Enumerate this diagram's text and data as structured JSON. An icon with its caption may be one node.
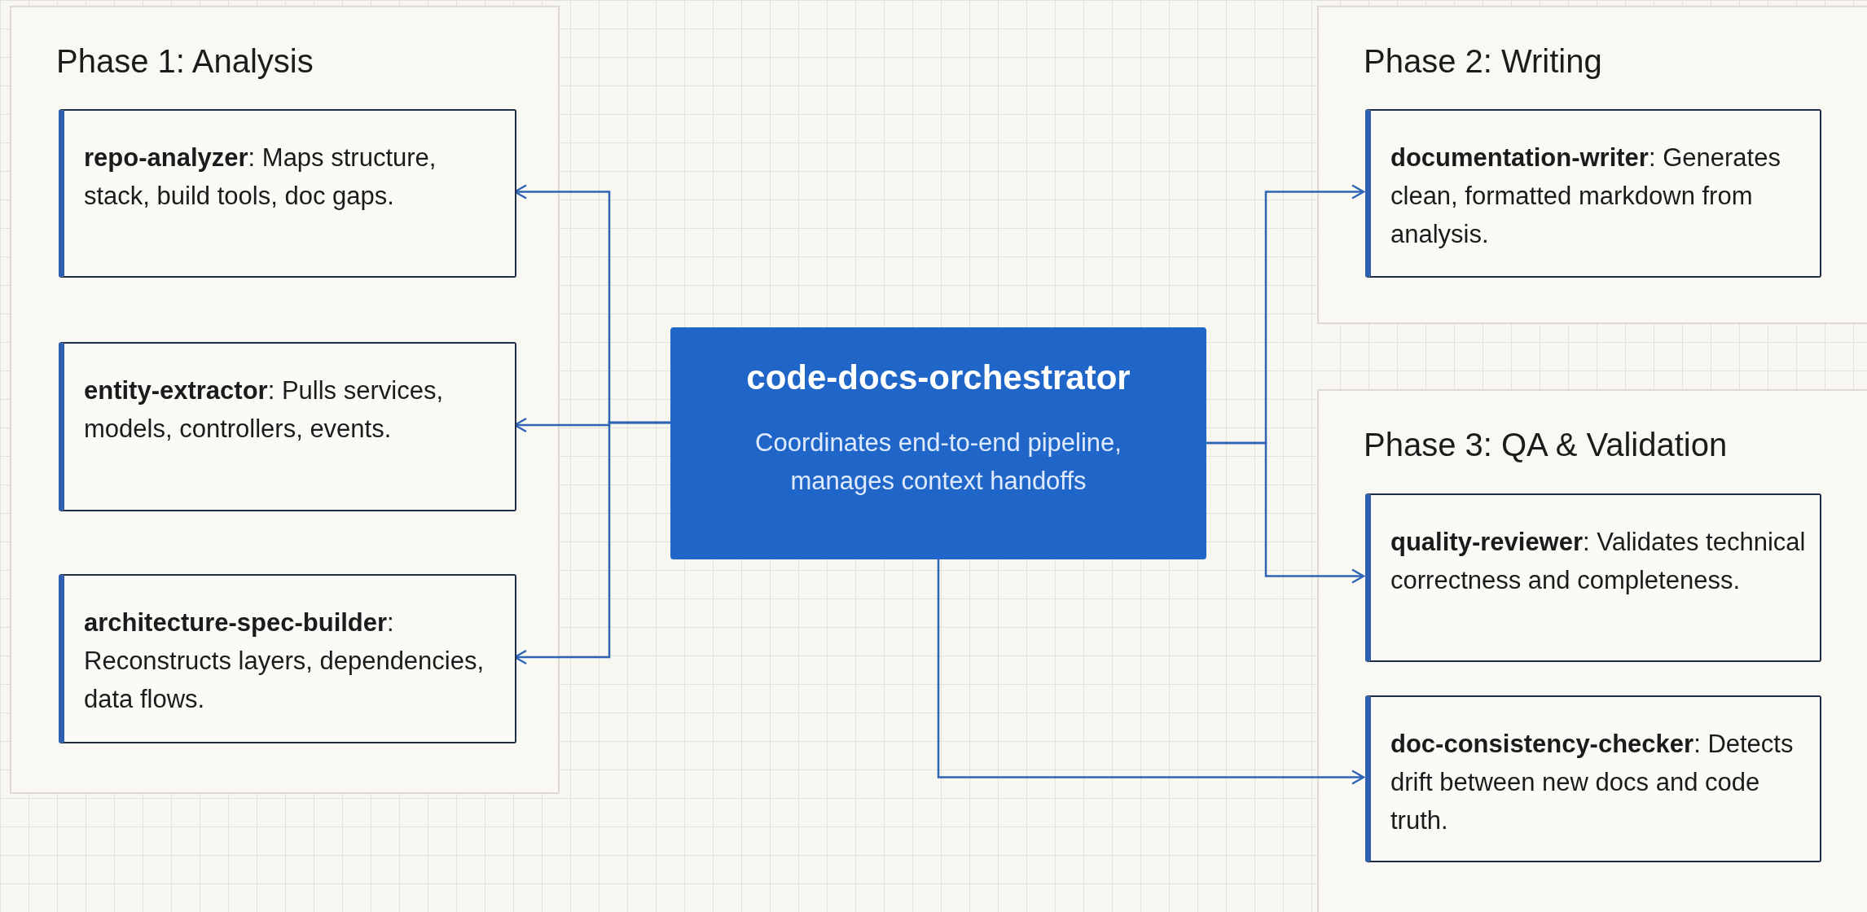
{
  "diagram": {
    "nodes": [
      {
        "text": [
          "Phase 1: Analysis"
        ]
      },
      {
        "text": [
          "**repo-analyzer**: Maps structure, stack, build tools, doc gaps."
        ],
        "in": 0
      },
      {
        "text": [
          "**entity-extractor**: Pulls services, models, controllers, events."
        ],
        "in": 0
      },
      {
        "text": [
          "**architecture-spec-builder**: Reconstructs layers, dependencies, data flows."
        ],
        "in": 0
      },
      {
        "text": [
          "code-docs-orchestrator",
          "Coordinates end-to-end pipeline, manages context handoffs"
        ]
      },
      {
        "text": [
          "Phase 2: Writing"
        ]
      },
      {
        "text": [
          "**documentation-writer**: Generates clean, formatted markdown from analysis."
        ],
        "in": 5
      },
      {
        "text": [
          "Phase 3: QA & Validation"
        ]
      },
      {
        "text": [
          "**quality-reviewer**: Validates technical correctness and completeness."
        ],
        "in": 7
      },
      {
        "text": [
          "**doc-consistency-checker**: Detects drift between new docs and code truth."
        ],
        "in": 7
      }
    ],
    "edges": [
      {
        "from": 4,
        "to": 1,
        "arrow": "to"
      },
      {
        "from": 4,
        "to": 2,
        "arrow": "to"
      },
      {
        "from": 4,
        "to": 3,
        "arrow": "to"
      },
      {
        "from": 4,
        "to": 6,
        "arrow": "to"
      },
      {
        "from": 4,
        "to": 8,
        "arrow": "to"
      },
      {
        "from": 4,
        "to": 9,
        "arrow": "to"
      }
    ]
  }
}
